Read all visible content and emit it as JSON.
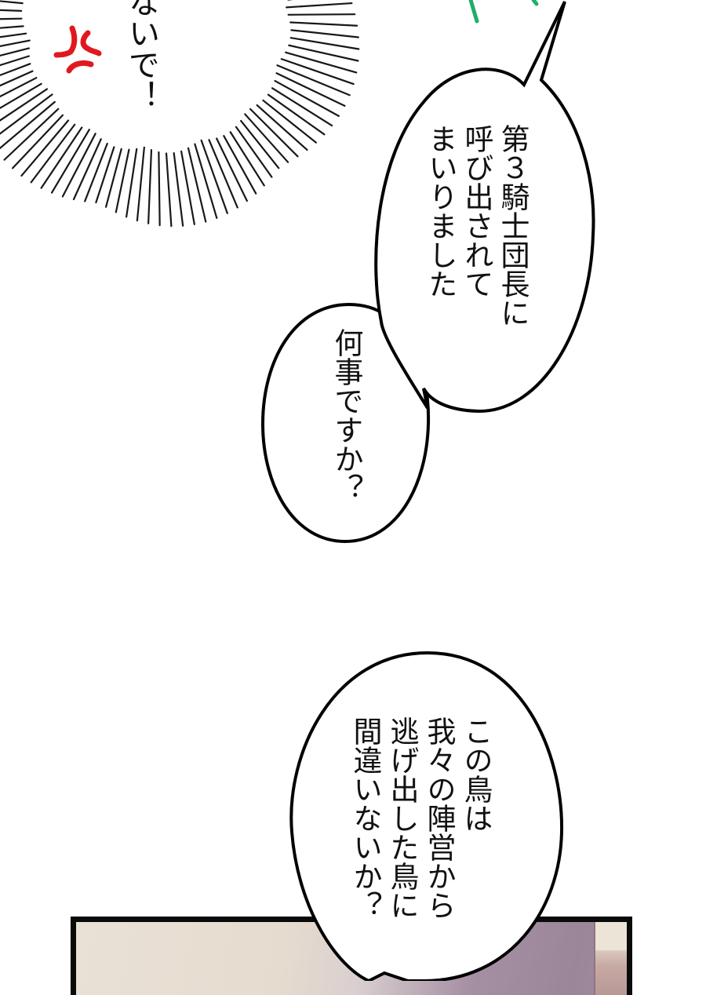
{
  "page": {
    "type": "manga-panel",
    "background": "#ffffff"
  },
  "burst": {
    "text": "ないで！",
    "anger_icon": "anger-vein-icon",
    "anger_color": "#e0191f",
    "line_color": "#000000"
  },
  "green_marks": {
    "color": "#1fae6a"
  },
  "bubbles": [
    {
      "id": "bubble-1",
      "columns": [
        "第３騎士団長に",
        "呼び出されて",
        "まいりました"
      ],
      "text": "第３騎士団長に\n呼び出されて\nまいりました"
    },
    {
      "id": "bubble-2",
      "columns": [
        "何事ですか？"
      ],
      "text": "何事ですか？"
    },
    {
      "id": "bubble-3",
      "columns": [
        "この鳥は",
        "我々の陣営から",
        "逃げ出した鳥に",
        "間違いないか？"
      ],
      "text": "この鳥は\n我々の陣営から\n逃げ出した鳥に\n間違いないか？"
    }
  ],
  "panel": {
    "border_color": "#0a0a0a",
    "colors": {
      "wall_left": "#e8dfd4",
      "wall_right": "#a08a9e",
      "window": "#ece4d6"
    }
  }
}
